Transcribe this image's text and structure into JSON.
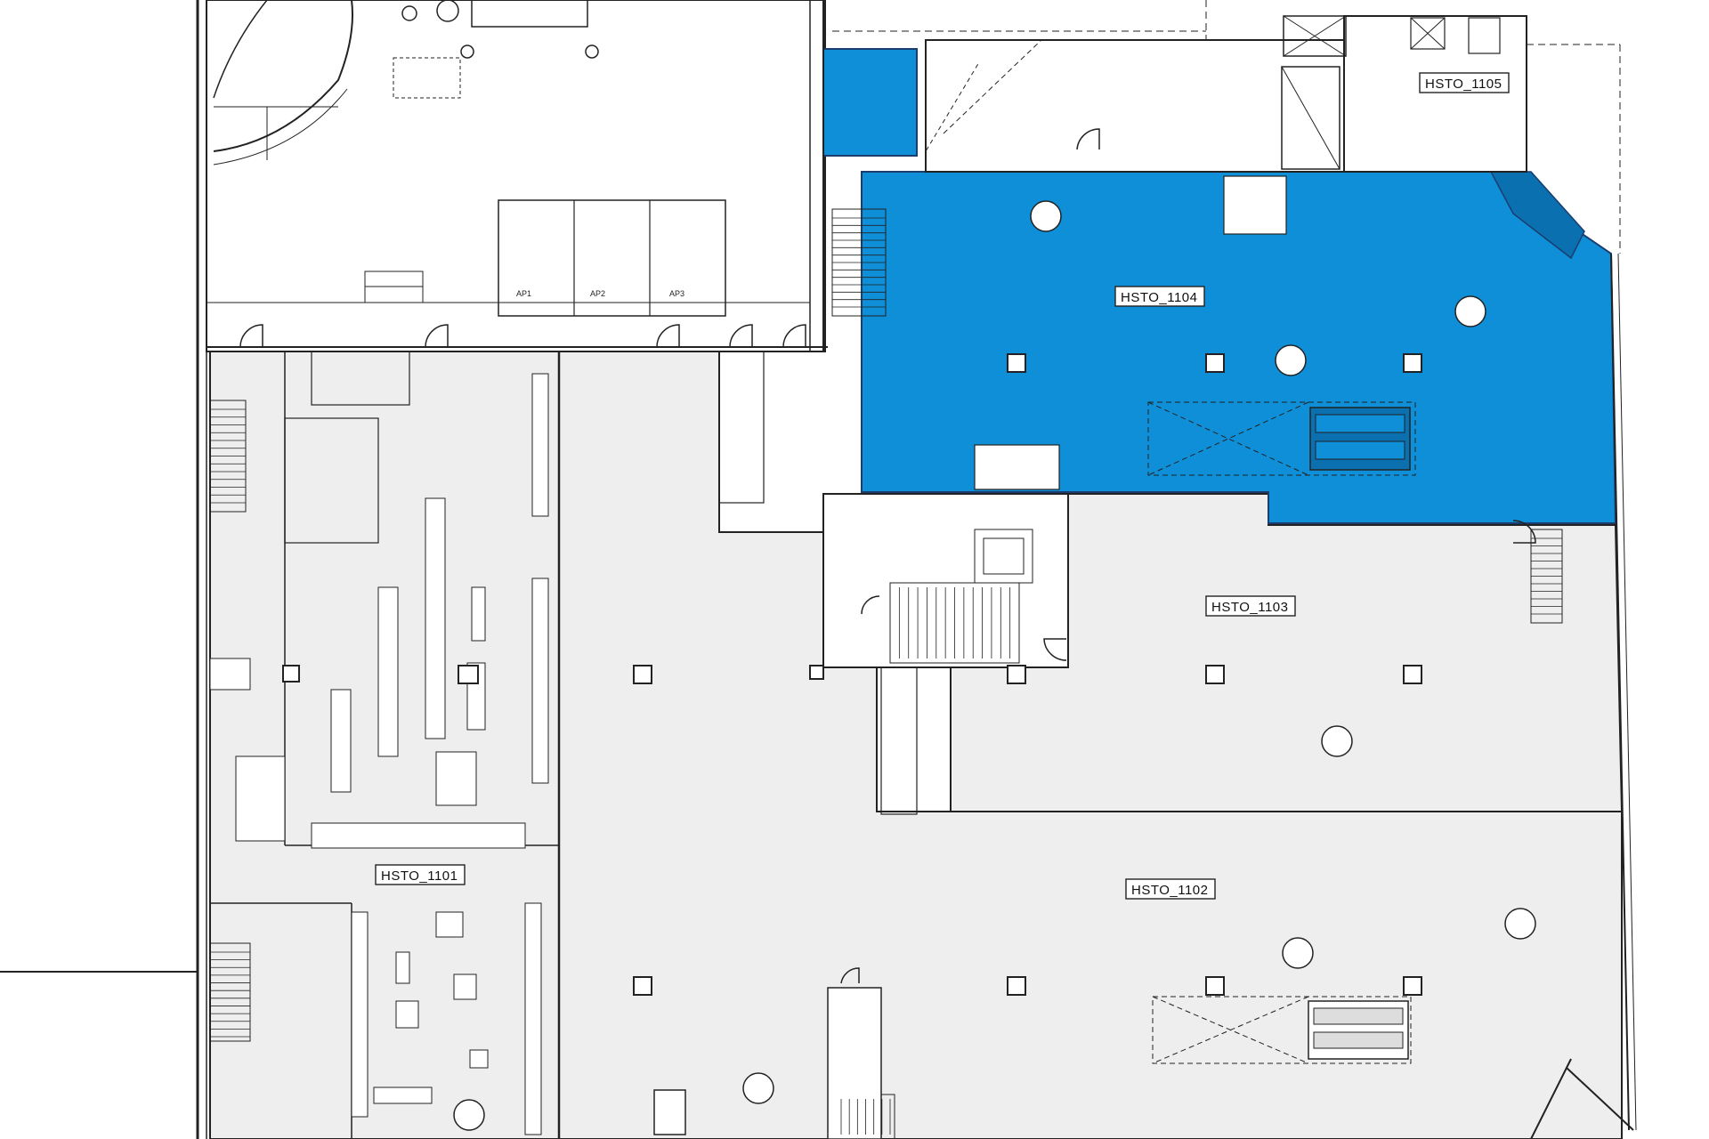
{
  "plan": {
    "colors": {
      "highlight": "#0f8fd8",
      "highlight_dark": "#0a70b0",
      "floor_grey": "#eeeeee",
      "floor_white": "#ffffff",
      "line": "#222222"
    },
    "units": [
      {
        "id": "HSTO_1101",
        "label": "HSTO_1101",
        "highlighted": false
      },
      {
        "id": "HSTO_1102",
        "label": "HSTO_1102",
        "highlighted": false
      },
      {
        "id": "HSTO_1103",
        "label": "HSTO_1103",
        "highlighted": false
      },
      {
        "id": "HSTO_1104",
        "label": "HSTO_1104",
        "highlighted": true
      },
      {
        "id": "HSTO_1105",
        "label": "HSTO_1105",
        "highlighted": false
      }
    ],
    "small_labels": {
      "ap1": "AP1",
      "ap2": "AP2",
      "ap3": "AP3"
    },
    "icons": [
      "escalator-icon",
      "stair-icon",
      "door-swing-icon",
      "column-icon",
      "elevator-icon"
    ]
  }
}
